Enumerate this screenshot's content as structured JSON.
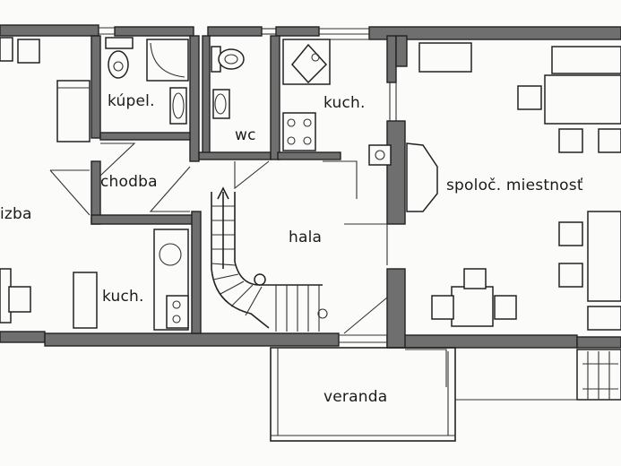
{
  "rooms": {
    "izba": "izba",
    "kupelna": "kúpel.",
    "wc": "wc",
    "kuchyna_top": "kuch.",
    "chodba": "chodba",
    "hala": "hala",
    "spolocenska": "spoloč. miestnosť",
    "kuchyna_bottom": "kuch.",
    "veranda": "veranda"
  }
}
